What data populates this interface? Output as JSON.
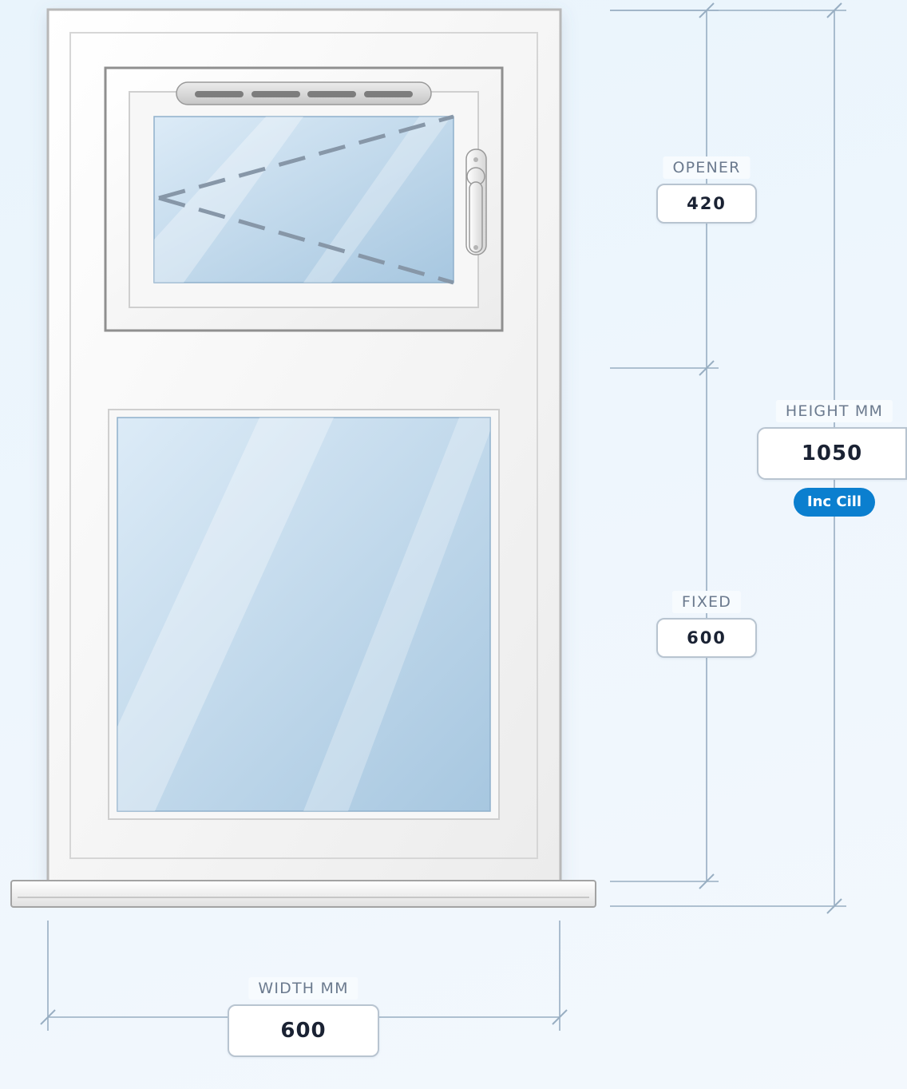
{
  "window": {
    "sections": [
      {
        "label": "OPENER",
        "value": "420"
      },
      {
        "label": "FIXED",
        "value": "600"
      }
    ]
  },
  "height": {
    "label": "HEIGHT MM",
    "value": "1050",
    "badge": "Inc Cill"
  },
  "width": {
    "label": "WIDTH MM",
    "value": "600"
  },
  "colors": {
    "glass": "#c3dcef",
    "frame": "#f6f6f6",
    "dimension_line": "#98aec2",
    "badge": "#0b7fcf"
  },
  "icons": [
    "trickle-vent-icon",
    "window-handle-icon",
    "opening-indicator-icon"
  ]
}
